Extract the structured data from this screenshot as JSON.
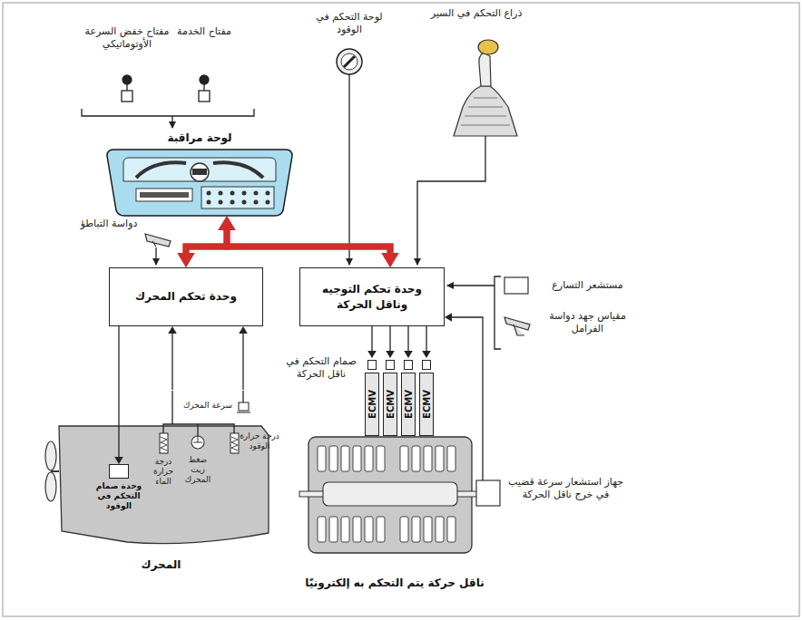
{
  "diagram": {
    "nodes": [
      {
        "text": [
          "لوحة مراقبة"
        ]
      },
      {
        "text": [
          "وحدة تحكم المحرك"
        ]
      },
      {
        "text": [
          "وحدة تحكم التوجيه وناقل الحركة"
        ]
      },
      {
        "text": [
          "المحرك"
        ]
      },
      {
        "text": [
          "وحدة صمام التحكم في الوقود"
        ],
        "in": 3
      },
      {
        "text": [
          "ناقل حركة يتم التحكم به إلكترونيًا"
        ]
      },
      {
        "text": [
          "ECMV"
        ]
      },
      {
        "text": [
          "ECMV"
        ]
      },
      {
        "text": [
          "ECMV"
        ]
      },
      {
        "text": [
          "ECMV"
        ]
      }
    ],
    "edges": [
      {
        "from": 0,
        "to": 1,
        "arrow": "both"
      },
      {
        "from": 0,
        "to": 2,
        "arrow": "both"
      },
      {
        "from": 1,
        "to": 2,
        "arrow": "both"
      },
      {
        "from": 1,
        "to": 4,
        "arrow": "to"
      },
      {
        "from": 3,
        "to": 1,
        "arrow": "to"
      },
      {
        "from": 3,
        "to": 1,
        "arrow": "to"
      },
      {
        "from": 2,
        "to": 6,
        "arrow": "to"
      },
      {
        "from": 2,
        "to": 7,
        "arrow": "to"
      },
      {
        "from": 2,
        "to": 8,
        "arrow": "to"
      },
      {
        "from": 2,
        "to": 9,
        "arrow": "to"
      },
      {
        "from": 5,
        "to": 2,
        "arrow": "to"
      }
    ],
    "labels": [
      "مفتاح خفض السرعة الأوتوماتيكي",
      "مفتاح الخدمة",
      "لوحة التحكم في الوقود",
      "ذراع التحكم في السير",
      "دواسة التباطؤ",
      "مستشعر التسارع",
      "مقياس جهد دواسة الفرامل",
      "صمام التحكم في ناقل الحركة",
      "سرعة المحرك",
      "درجة حرارة الوقود",
      "ضغط زيت المحرك",
      "درجة حرارة الماء",
      "جهاز استشعار سرعة قضيب في خرج ناقل الحركة"
    ]
  }
}
